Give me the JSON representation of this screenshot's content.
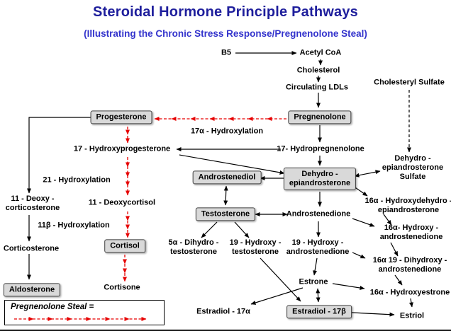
{
  "title": "Steroidal Hormone Principle Pathways",
  "subtitle": "(Illustrating the Chronic Stress Response/Pregnenolone Steal)",
  "legend": {
    "label": "Pregnenolone Steal ="
  },
  "colors": {
    "title": "#1e1e9c",
    "subtitle": "#3333cc",
    "steal_arrow": "#e60000",
    "line": "#000000",
    "box_fill": "#d9d9d9"
  },
  "nodes": {
    "b5": {
      "label": "B5"
    },
    "acetyl_coa": {
      "label": "Acetyl CoA"
    },
    "cholesterol": {
      "label": "Cholesterol"
    },
    "circulating_ldls": {
      "label": "Circulating LDLs"
    },
    "cholesteryl_sulfate": {
      "label": "Cholesteryl Sulfate"
    },
    "pregnenolone": {
      "label": "Pregnenolone"
    },
    "progesterone": {
      "label": "Progesterone"
    },
    "hydroxylation_17a": {
      "label": "17α - Hydroxylation"
    },
    "hydroxyprogesterone_17": {
      "label": "17 - Hydroxyprogesterone"
    },
    "hydropregnenolone_17": {
      "label": "17- Hydropregnenolone"
    },
    "dhea_sulfate": {
      "label": "Dehydro -\nepiandrosterone\nSulfate"
    },
    "androstenediol": {
      "label": "Androstenediol"
    },
    "dhea": {
      "label": "Dehydro -\nepiandrosterone"
    },
    "hydroxylation_21": {
      "label": "21 - Hydroxylation"
    },
    "deoxy_corticosterone_11": {
      "label": "11 - Deoxy -\ncorticosterone"
    },
    "deoxycortisol_11": {
      "label": "11 - Deoxycortisol"
    },
    "hydroxydehydro_16a": {
      "label": "16α - Hydroxydehydro -\nepiandrosterone"
    },
    "testosterone": {
      "label": "Testosterone"
    },
    "androstenedione": {
      "label": "Androstenedione"
    },
    "hydroxylation_11b": {
      "label": "11β - Hydroxylation"
    },
    "hydroxy_androstenedione_16a": {
      "label": "16α- Hydroxy -\nandrostenedione"
    },
    "corticosterone": {
      "label": "Corticosterone"
    },
    "cortisol": {
      "label": "Cortisol"
    },
    "dihydro_testosterone_5a": {
      "label": "5α - Dihydro -\ntestosterone"
    },
    "hydroxy_testosterone_19": {
      "label": "19 - Hydroxy -\ntestosterone"
    },
    "hydroxy_androstenedione_19": {
      "label": "19 - Hydroxy -\nandrostenedione"
    },
    "dihydroxy_androstenedione_16a19": {
      "label": "16α 19 - Dihydroxy -\nandrostenedione"
    },
    "estrone": {
      "label": "Estrone"
    },
    "cortisone": {
      "label": "Cortisone"
    },
    "aldosterone": {
      "label": "Aldosterone"
    },
    "hydroxyestrone_16a": {
      "label": "16α - Hydroxyestrone"
    },
    "estradiol_17a": {
      "label": "Estradiol - 17α"
    },
    "estradiol_17b": {
      "label": "Estradiol - 17β"
    },
    "estriol": {
      "label": "Estriol"
    }
  }
}
